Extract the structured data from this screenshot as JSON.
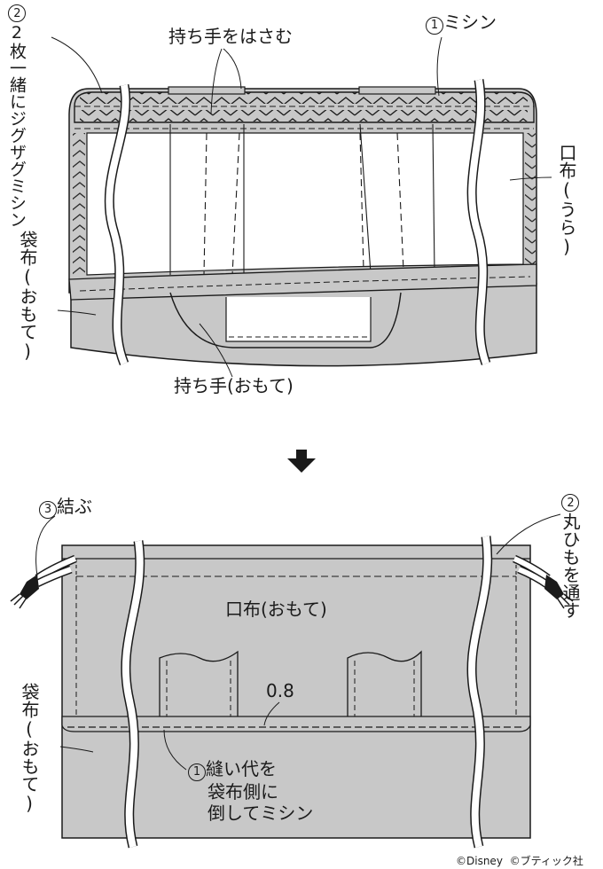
{
  "top": {
    "step2": {
      "num": "2",
      "text": "2枚一緒にジグザグミシン"
    },
    "handle_insert": "持ち手をはさむ",
    "step1": {
      "num": "1",
      "text": "ミシン"
    },
    "lining": "口布(うら)",
    "bag_fabric": "袋布(おもて)",
    "handle_front": "持ち手(おもて)"
  },
  "arrow": "down-arrow",
  "bottom": {
    "step3": {
      "num": "3",
      "text": "結ぶ"
    },
    "step2": {
      "num": "2",
      "text": "丸ひもを通す"
    },
    "mouth_fabric": "口布(おもて)",
    "seam_width": "0.8",
    "bag_fabric": "袋布(おもて)",
    "step1": {
      "num": "1",
      "line1": "縫い代を",
      "line2": "袋布側に",
      "line3": "倒してミシン"
    }
  },
  "credits": {
    "disney": "©Disney",
    "boutique": "©ブティック社"
  },
  "colors": {
    "fabric_gray": "#c8c8c8",
    "outline": "#1a1a1a",
    "paper": "#ffffff"
  }
}
